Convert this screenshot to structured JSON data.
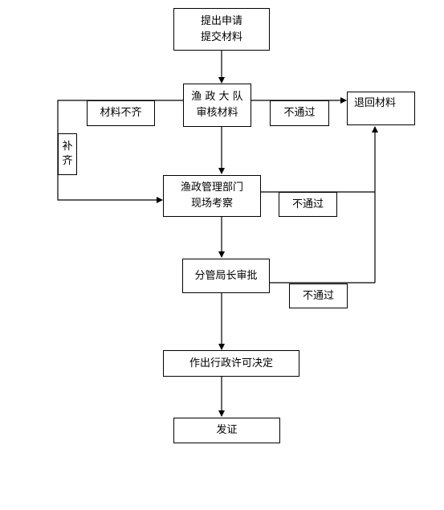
{
  "colors": {
    "line": "#000000",
    "box_border": "#000000",
    "background": "#ffffff"
  },
  "nodes": {
    "submit": {
      "line1": "提出申请",
      "line2": "提交材料"
    },
    "review": {
      "line1": "渔 政 大 队",
      "line2": "审核材料"
    },
    "inspect": {
      "line1": "渔政管理部门",
      "line2": "现场考察"
    },
    "approve": {
      "line1": "分管局长审批"
    },
    "decide": {
      "line1": "作出行政许可决定"
    },
    "issue": {
      "line1": "发证"
    },
    "returned": {
      "line1": "退回材料"
    }
  },
  "labels": {
    "incomplete": "材料不齐",
    "supplement_1": "补",
    "supplement_2": "齐",
    "reject_1": "不通过",
    "reject_2": "不通过",
    "reject_3": "不通过"
  }
}
